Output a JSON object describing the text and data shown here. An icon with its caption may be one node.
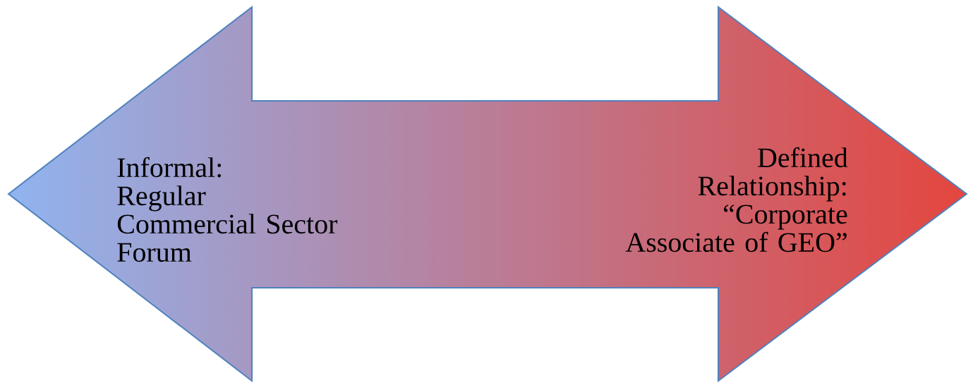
{
  "diagram": {
    "nodes": [
      {
        "text": [
          "Informal:",
          "Regular Commercial Sector Forum",
          "Defined Relationship:",
          "“Corporate Associate of GEO”"
        ]
      }
    ]
  }
}
